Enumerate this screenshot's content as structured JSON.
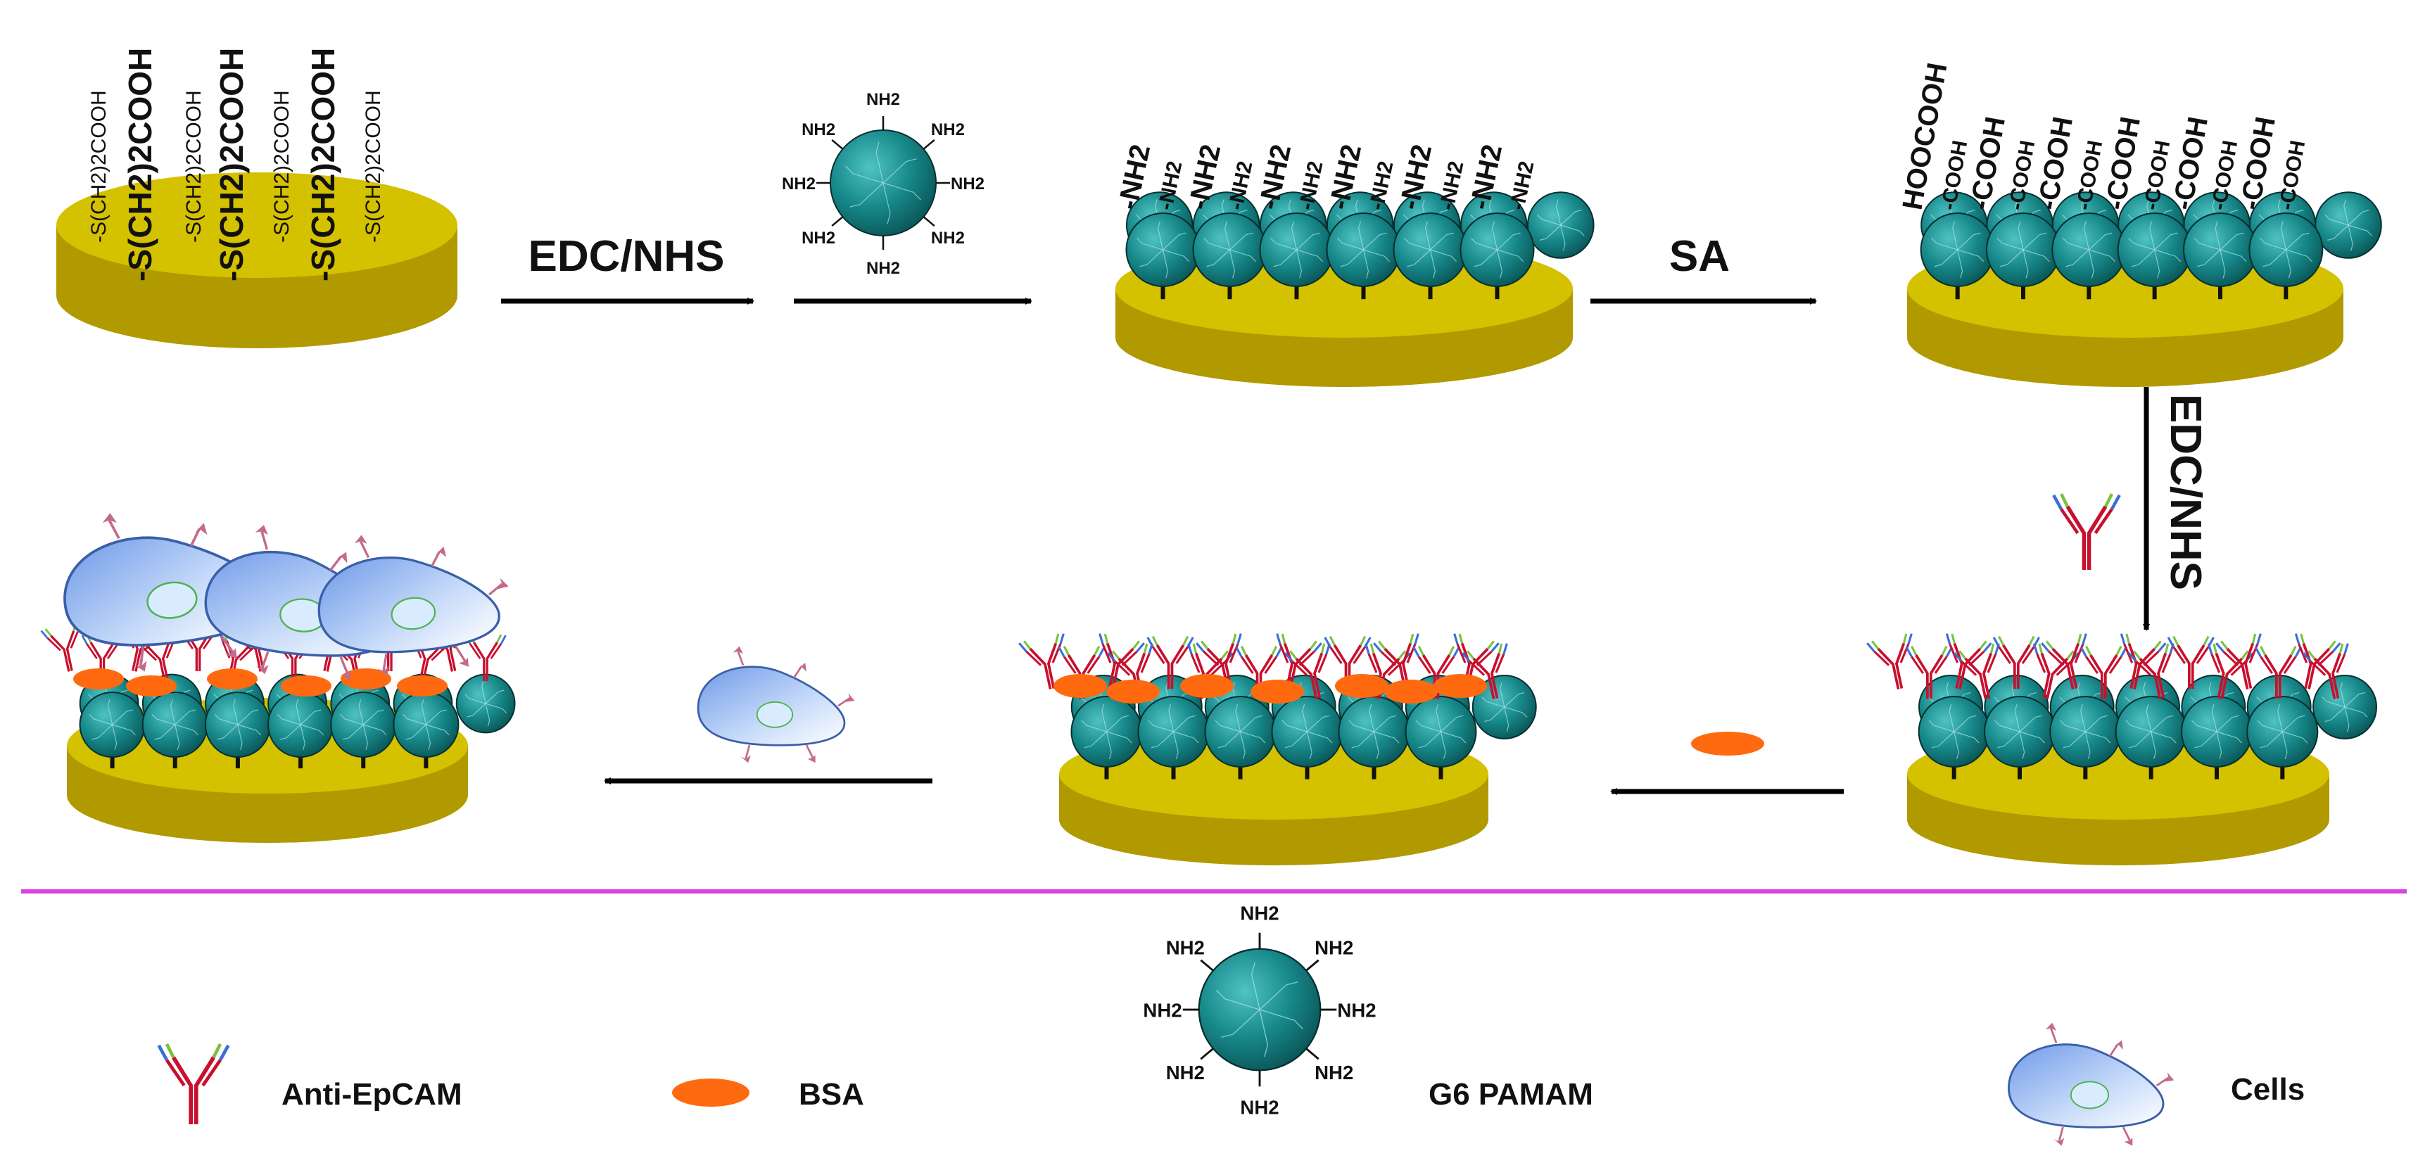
{
  "steps": {
    "edc_nhs_1": "EDC/NHS",
    "sa": "SA",
    "edc_nhs_2": "EDC/NHS"
  },
  "disk1_labels": [
    "-S(CH2)2COOH",
    "-S(CH2)2COOH",
    "-S(CH2)2COOH",
    "-S(CH2)2COOH",
    "-S(CH2)2COOH",
    "-S(CH2)2COOH",
    "-S(CH2)2COOH"
  ],
  "amine": "NH2",
  "carboxyl": "COOH",
  "legend": {
    "antibody": "Anti-EpCAM",
    "bsa": "BSA",
    "pamam": "G6 PAMAM",
    "cells": "Cells"
  },
  "colors": {
    "gold_top": "#d4c100",
    "gold_side": "#b09a00",
    "sphere": "#17888a",
    "bsa": "#ff6a10",
    "antibody_red": "#c8102e",
    "cell": "#8fb4ee",
    "divider": "#e040e0"
  }
}
